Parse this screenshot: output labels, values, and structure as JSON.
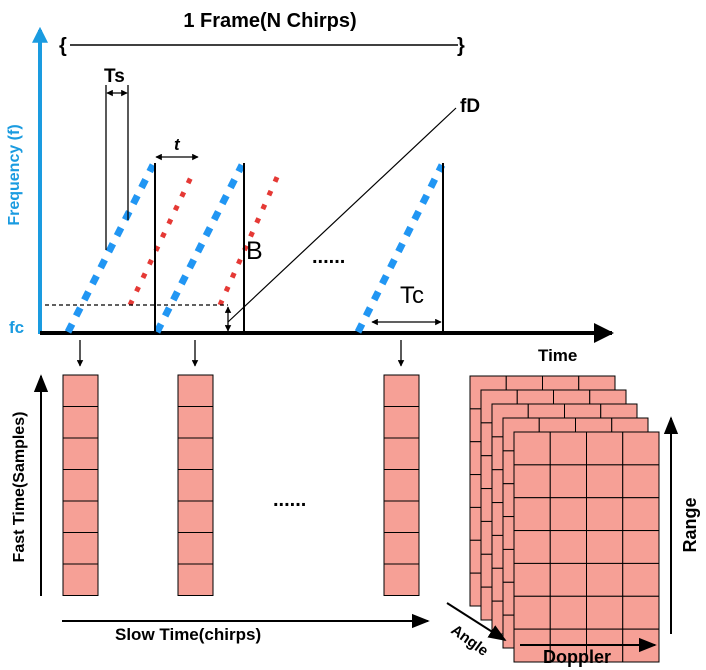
{
  "title": "1 Frame(N Chirps)",
  "labels": {
    "frequency_axis": "Frequency (f)",
    "fc": "fc",
    "time_axis": "Time",
    "ts": "Ts",
    "t": "t",
    "fd": "fD",
    "bandwidth": "B",
    "ellipsis": "......",
    "tc": "Tc",
    "fast_time": "Fast Time(Samples)",
    "slow_time": "Slow Time(chirps)",
    "range": "Range",
    "angle": "Angle",
    "doppler": "Doppler"
  },
  "colors": {
    "freq_axis": "#1a9be0",
    "tx_chirp": "#2196f3",
    "rx_chirp": "#e53935",
    "cell_fill": "#f6a096",
    "ink": "#000000"
  },
  "chirps": {
    "count_drawn": 3,
    "cells_per_column": 7
  },
  "cube": {
    "layers": 5,
    "cols": 4,
    "rows": 7
  }
}
